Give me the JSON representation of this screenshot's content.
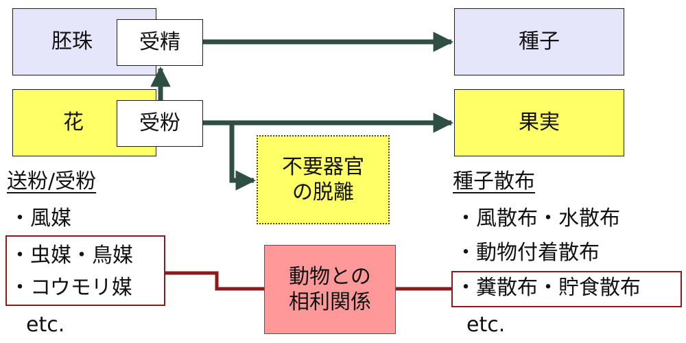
{
  "boxes": {
    "ovule": "胚珠",
    "fertilization": "受精",
    "flower": "花",
    "pollination": "受粉",
    "seed": "種子",
    "fruit": "果実",
    "organ_drop_line1": "不要器官",
    "organ_drop_line2": "の脱離",
    "mutual_line1": "動物との",
    "mutual_line2": "相利関係"
  },
  "pollination_list": {
    "heading": "送粉/受粉",
    "items": [
      "・風媒",
      "・虫媒・鳥媒",
      "・コウモリ媒"
    ],
    "etc": "etc."
  },
  "dispersal_list": {
    "heading": "種子散布",
    "items": [
      "・風散布・水散布",
      "・動物付着散布",
      "・糞散布・貯食散布"
    ],
    "etc": "etc."
  },
  "colors": {
    "lavender": "#e6e6fa",
    "yellow": "#ffff66",
    "pink": "#ff9999",
    "arrow_green": "#2f4f45",
    "link_red": "#8b1a1a"
  }
}
